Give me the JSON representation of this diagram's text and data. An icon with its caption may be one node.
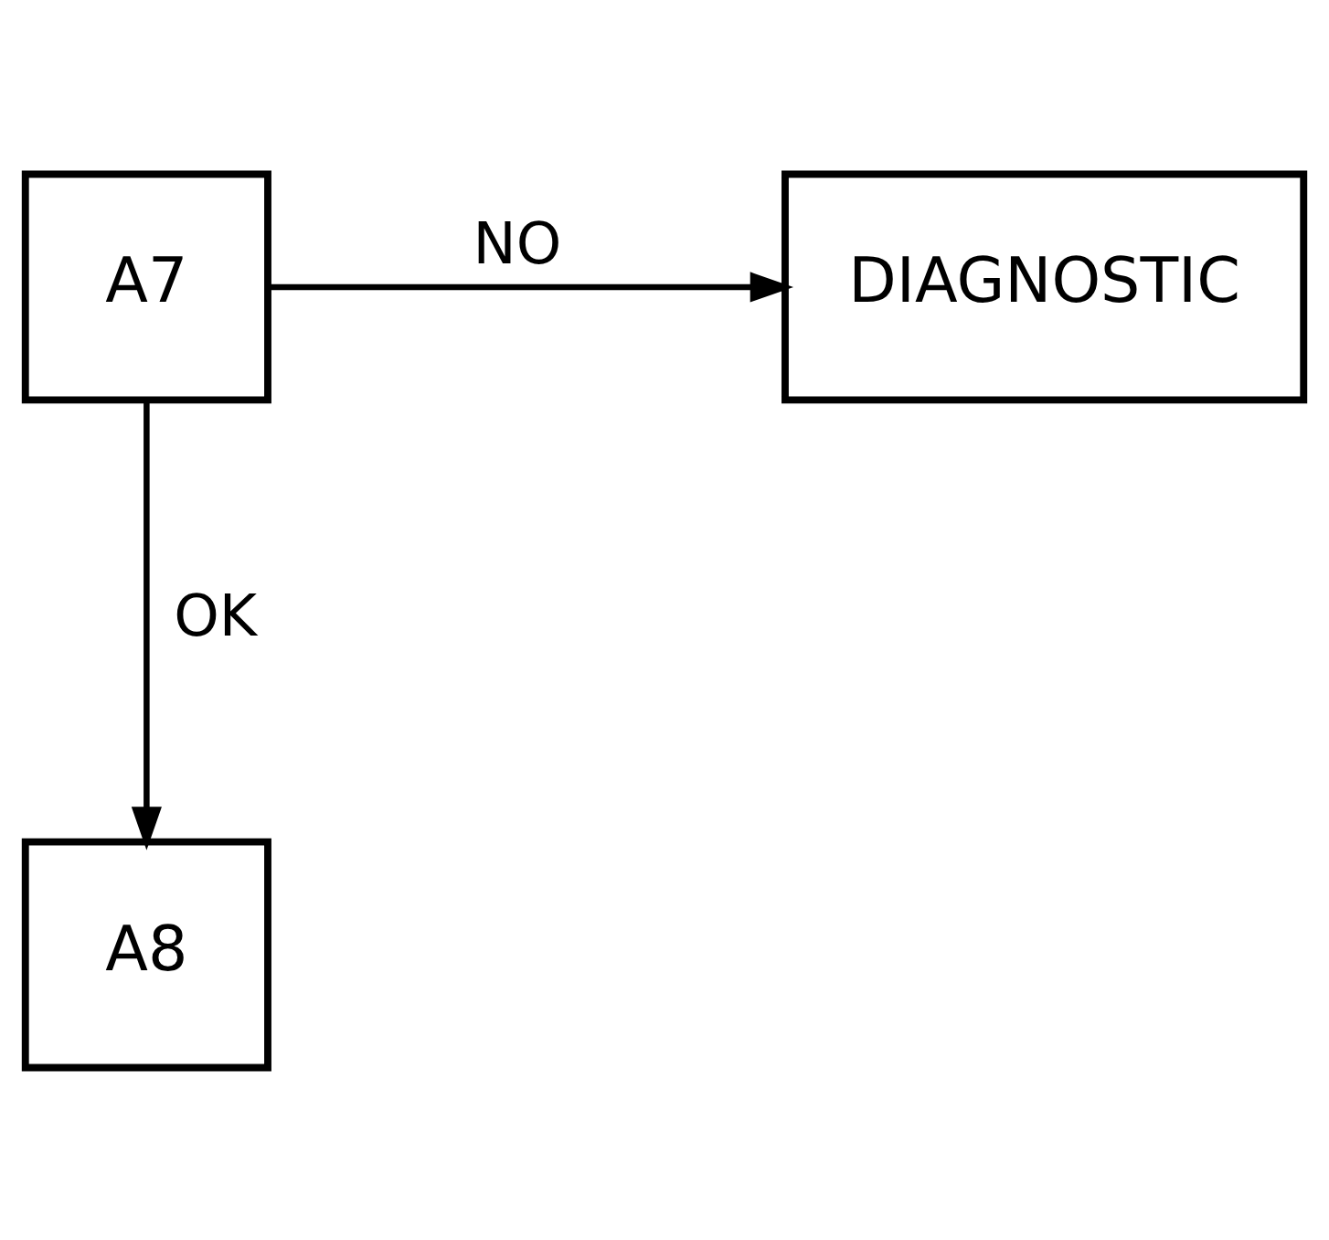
{
  "diagram": {
    "nodes": [
      {
        "text": [
          "A7"
        ]
      },
      {
        "text": [
          "DIAGNOSTIC"
        ]
      },
      {
        "text": [
          "A8"
        ]
      }
    ],
    "edges": [
      {
        "from": 0,
        "to": 1,
        "arrow": "to",
        "label": "NO"
      },
      {
        "from": 0,
        "to": 2,
        "arrow": "to",
        "label": "OK"
      }
    ]
  }
}
